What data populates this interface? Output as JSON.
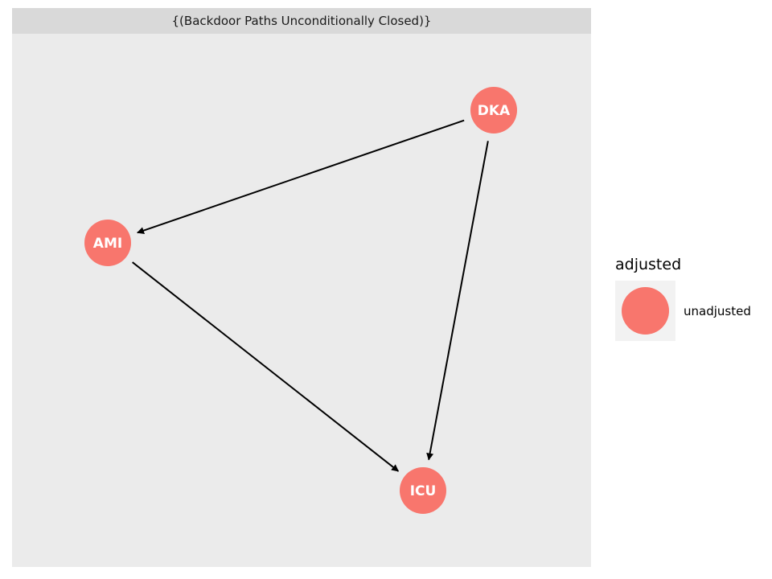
{
  "facet": {
    "strip_label": "{(Backdoor Paths Unconditionally Closed)}"
  },
  "nodes": [
    {
      "id": "DKA",
      "label": "DKA",
      "status": "unadjusted"
    },
    {
      "id": "AMI",
      "label": "AMI",
      "status": "unadjusted"
    },
    {
      "id": "ICU",
      "label": "ICU",
      "status": "unadjusted"
    }
  ],
  "edges": [
    {
      "from": "DKA",
      "to": "AMI"
    },
    {
      "from": "DKA",
      "to": "ICU"
    },
    {
      "from": "AMI",
      "to": "ICU"
    }
  ],
  "legend": {
    "title": "adjusted",
    "items": [
      {
        "label": "unadjusted",
        "color": "#f8766d"
      }
    ]
  },
  "colors": {
    "node_fill": "#f8766d",
    "edge": "#000000",
    "panel_background": "#ebebeb",
    "strip_background": "#d9d9d9"
  }
}
